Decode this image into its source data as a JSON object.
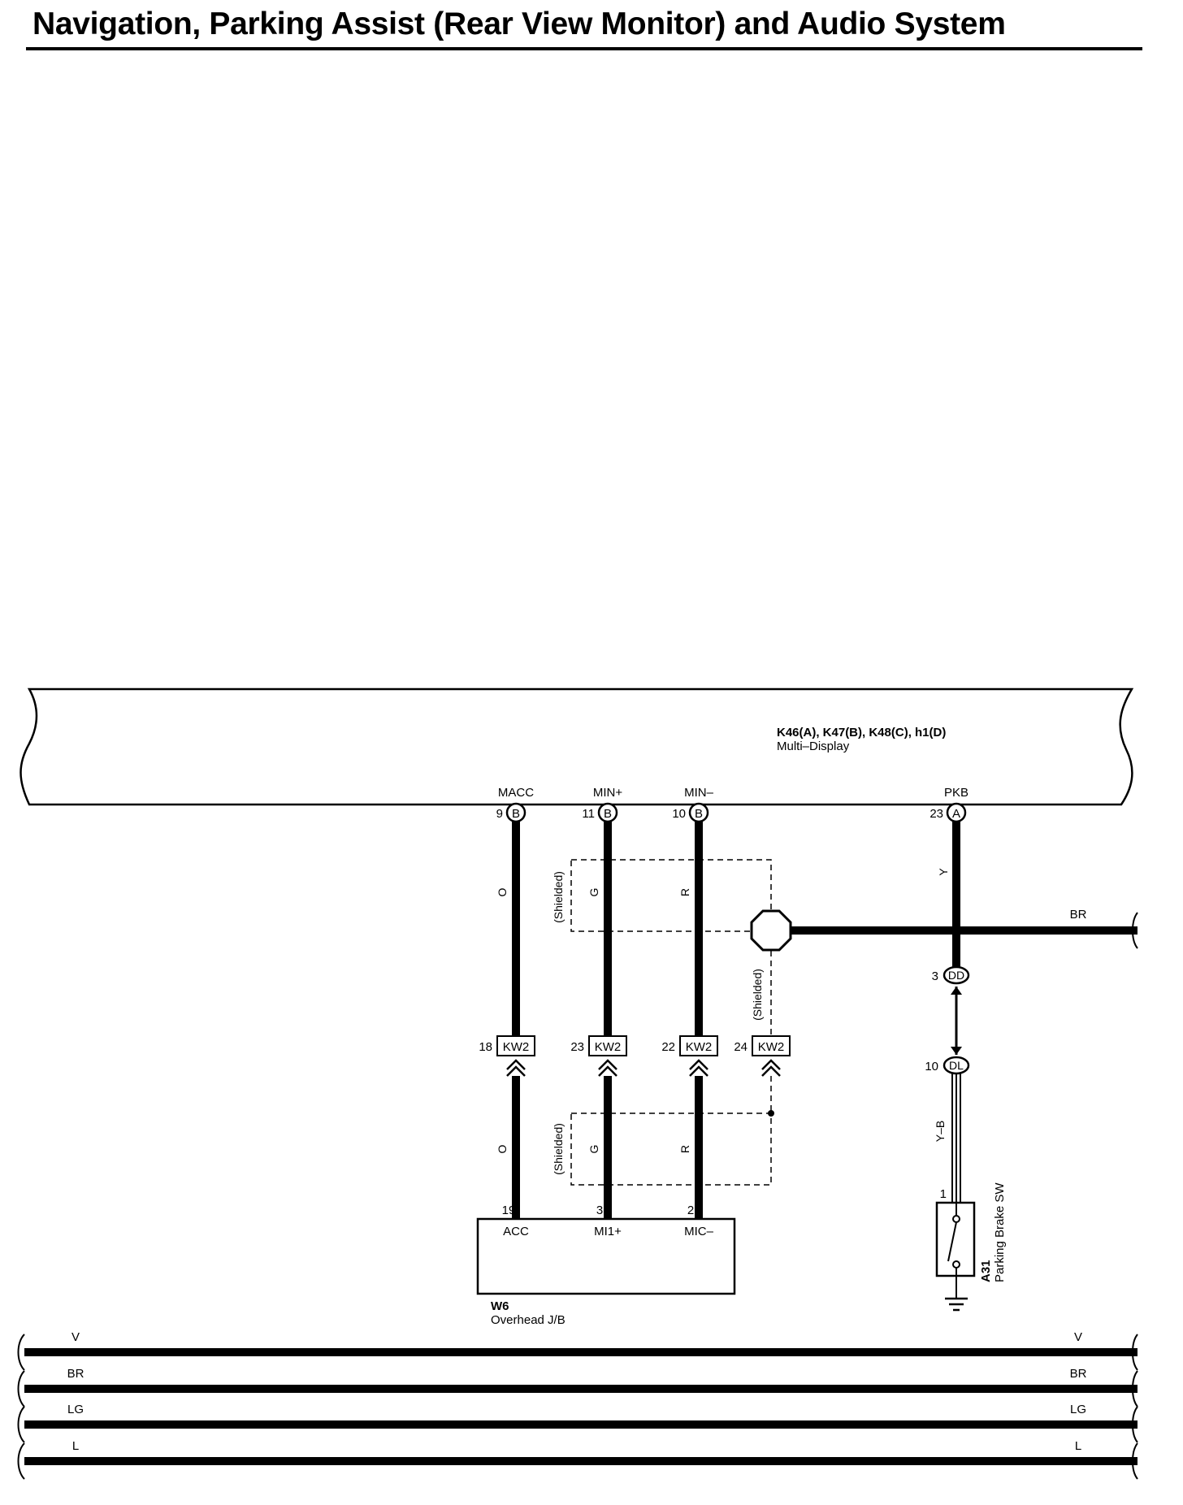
{
  "page": {
    "title": "Navigation, Parking Assist (Rear View Monitor) and Audio System"
  },
  "multi_display": {
    "connectors": "K46(A), K47(B), K48(C), h1(D)",
    "name": "Multi–Display",
    "pins": [
      {
        "name": "MACC",
        "num": "9",
        "conn": "B"
      },
      {
        "name": "MIN+",
        "num": "11",
        "conn": "B"
      },
      {
        "name": "MIN–",
        "num": "10",
        "conn": "B"
      },
      {
        "name": "PKB",
        "num": "23",
        "conn": "A"
      }
    ]
  },
  "wires": {
    "macc_color": "O",
    "min_plus_color": "G",
    "min_minus_color": "R",
    "pkb_color": "Y",
    "ground_bus_color": "BR",
    "switch_color": "Y–B",
    "shielded": "(Shielded)"
  },
  "kw2_connectors": [
    {
      "num": "18",
      "label": "KW2"
    },
    {
      "num": "23",
      "label": "KW2"
    },
    {
      "num": "22",
      "label": "KW2"
    },
    {
      "num": "24",
      "label": "KW2"
    }
  ],
  "junction_dd": {
    "num": "3",
    "label": "DD"
  },
  "junction_dl": {
    "num": "10",
    "label": "DL"
  },
  "overhead_jb": {
    "id": "W6",
    "name": "Overhead J/B",
    "pins": [
      {
        "num": "19",
        "name": "ACC"
      },
      {
        "num": "3",
        "name": "MI1+"
      },
      {
        "num": "2",
        "name": "MIC–"
      }
    ]
  },
  "parking_brake_sw": {
    "id": "A31",
    "name": "Parking Brake SW",
    "pin": "1"
  },
  "bus_lines": [
    "V",
    "BR",
    "LG",
    "L"
  ]
}
